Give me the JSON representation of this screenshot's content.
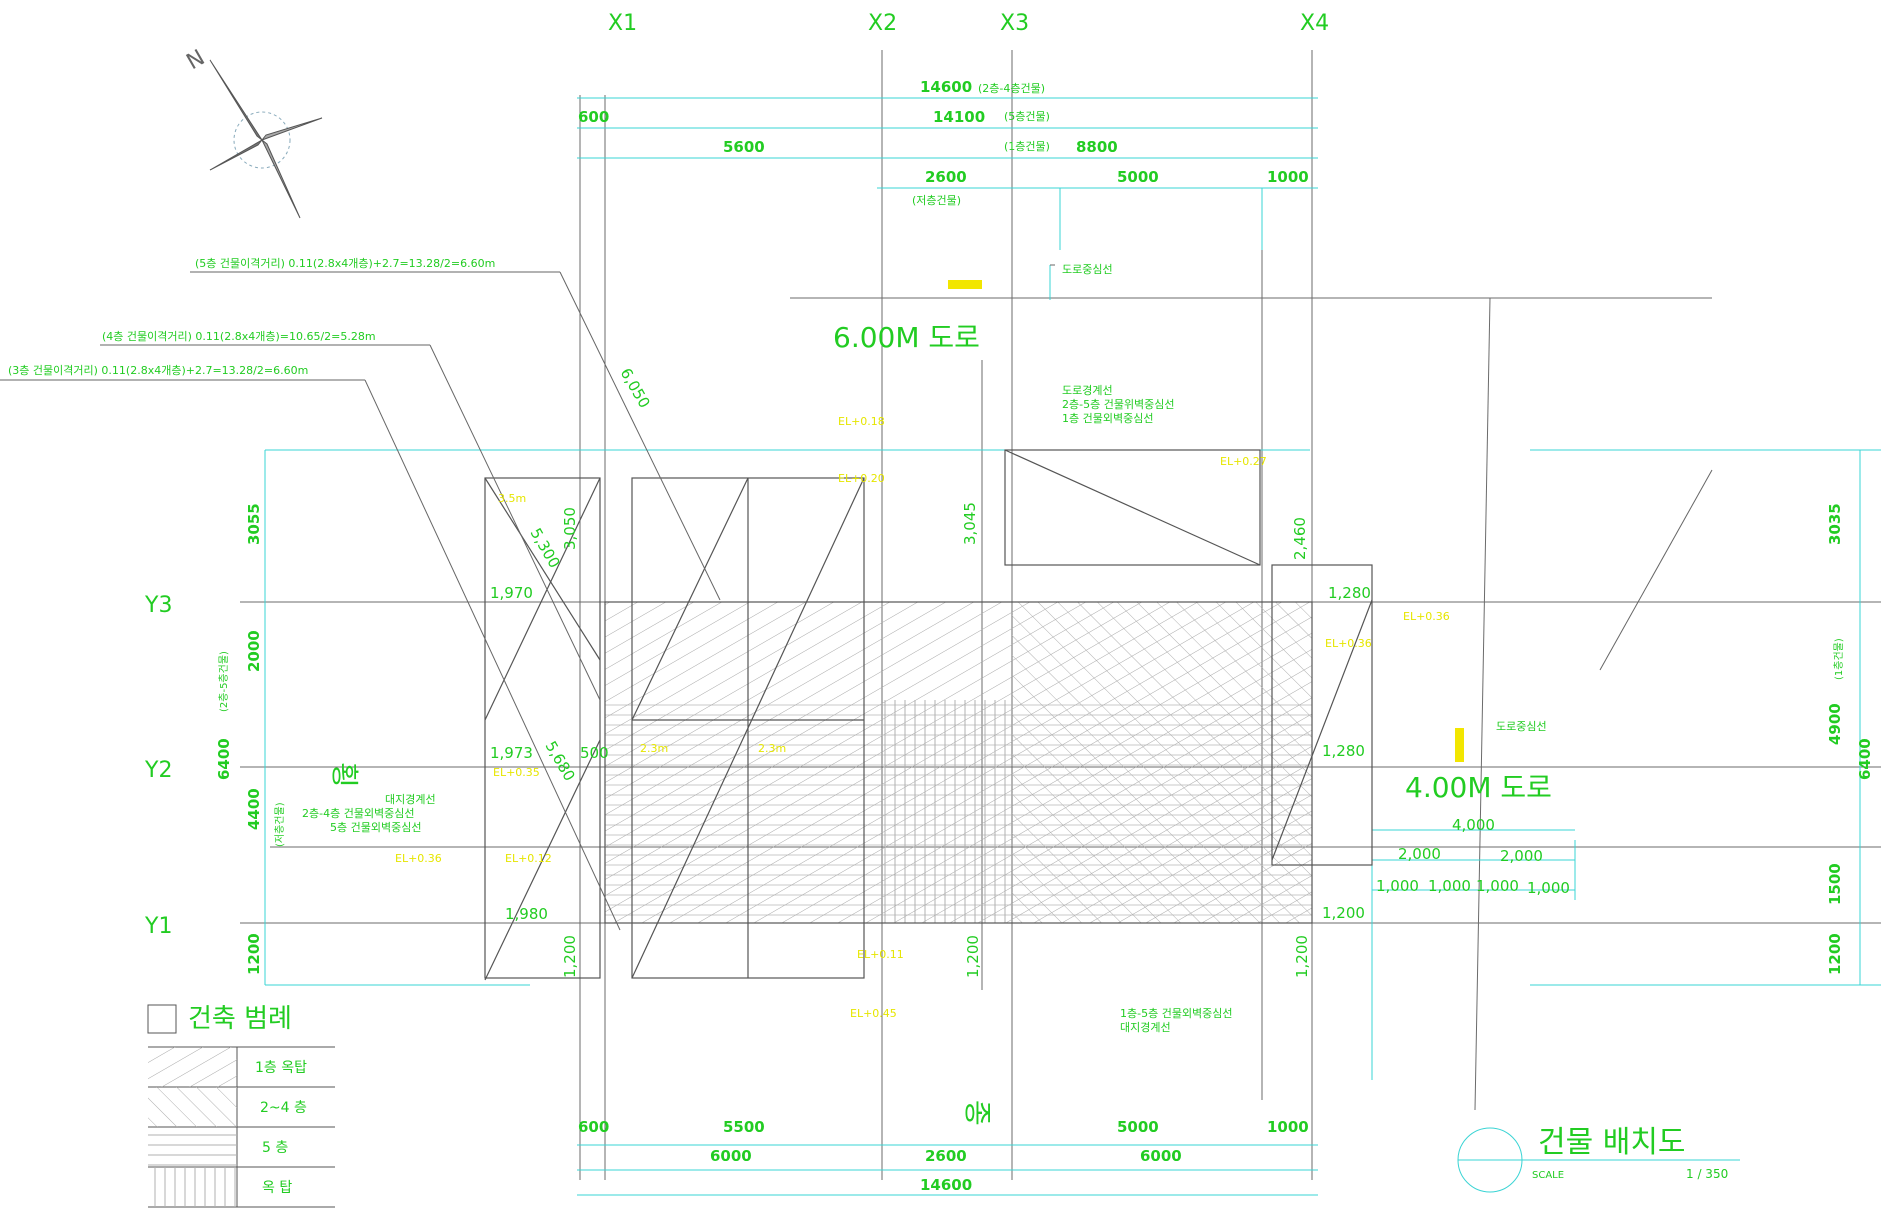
{
  "colors": {
    "green": "#22cc22",
    "cyan": "#3ad4d4",
    "gray": "#555555",
    "yellow": "#e6e600",
    "yellow_fill": "#f2e600",
    "hatch": "#9a9a9a"
  },
  "icons": [
    "north-arrow-icon"
  ],
  "north": {
    "letter": "N"
  },
  "gridX": [
    "X1",
    "X2",
    "X3",
    "X4"
  ],
  "gridY": [
    "Y3",
    "Y2",
    "Y1"
  ],
  "top_dims": {
    "overall": "14600",
    "overall_note": "(2층-4층건물)",
    "row2_left": "600",
    "row2_total": "14100",
    "row2_note": "(5층건물)",
    "row3_left": "5600",
    "row3_note": "(1층건물)",
    "row3_right": "8800",
    "row4_a": "2600",
    "row4_a_note": "(저층건물)",
    "row4_b": "5000",
    "row4_c": "1000"
  },
  "bottom_dims": {
    "row1": [
      "600",
      "5500",
      "5000",
      "1000"
    ],
    "row2": [
      "6000",
      "2600",
      "6000"
    ],
    "row3": "14600"
  },
  "left_dims": {
    "a": "3055",
    "b": "2000",
    "c": "4400",
    "d": "1200",
    "total": "6400",
    "note_c": "(저층건물)",
    "note_total": "(2층-5층건물)"
  },
  "right_dims": {
    "a": "3035",
    "b": "4900",
    "c": "1500",
    "d": "1200",
    "total": "6400",
    "note_b": "(1층건물)"
  },
  "roads": {
    "top": "6.00M 도로",
    "right": "4.00M 도로"
  },
  "orientation": {
    "horizontal": "횡",
    "vertical": "종"
  },
  "labels": {
    "lead1": "(5층 건물이격거리) 0.11(2.8x4개층)+2.7=13.28/2=6.60m",
    "lead2": "(4층 건물이격거리) 0.11(2.8x4개층)=10.65/2=5.28m",
    "lead3": "(3층 건물이격거리) 0.11(2.8x4개층)+2.7=13.28/2=6.60m",
    "road_center_top": "도로중심선",
    "road_center_right": "도로중심선",
    "boundary_top": [
      "도로경계선",
      "2층-5층 건물위벽중심선",
      "1층 건물외벽중심선"
    ],
    "boundary_left": [
      "대지경계선",
      "2층-4층 건물외벽중심선",
      "5층 건물외벽중심선"
    ],
    "boundary_bottom": [
      "1층-5층 건물외벽중심선",
      "대지경계선"
    ],
    "v_6050": "6,050",
    "v_3050": "3,050",
    "v_5300": "5,300",
    "v_3045": "3,045",
    "v_2460": "2,460",
    "v_1970": "1,970",
    "v_1973": "1,973",
    "v_1980": "1,980",
    "v_500": "500",
    "v_1200a": "1,200",
    "v_1200b": "1,200",
    "v_1200c": "1,200",
    "v_1280a": "1,280",
    "v_1280b": "1,280",
    "v_1200d": "1,200",
    "v_4000": "4,000",
    "v_2000a": "2,000",
    "v_2000b": "2,000",
    "v_1000": [
      "1,000",
      "1,000",
      "1,000",
      "1,000"
    ],
    "v_5680": "5,680",
    "yellow_marks": [
      "EL+0.18",
      "EL+0.20",
      "EL+0.27",
      "EL+0.36",
      "EL+0.36",
      "EL+0.36",
      "EL+0.12",
      "EL+0.11",
      "EL+0.45",
      "EL+0.35",
      "2.3m",
      "2.3m",
      "3.5m"
    ]
  },
  "legend": {
    "title": "건축 범례",
    "rows": [
      "1층 옥탑",
      "2~4 층",
      "5 층",
      "옥 탑"
    ]
  },
  "title_block": {
    "title": "건물 배치도",
    "scale_label": "SCALE",
    "scale": "1 / 350"
  }
}
